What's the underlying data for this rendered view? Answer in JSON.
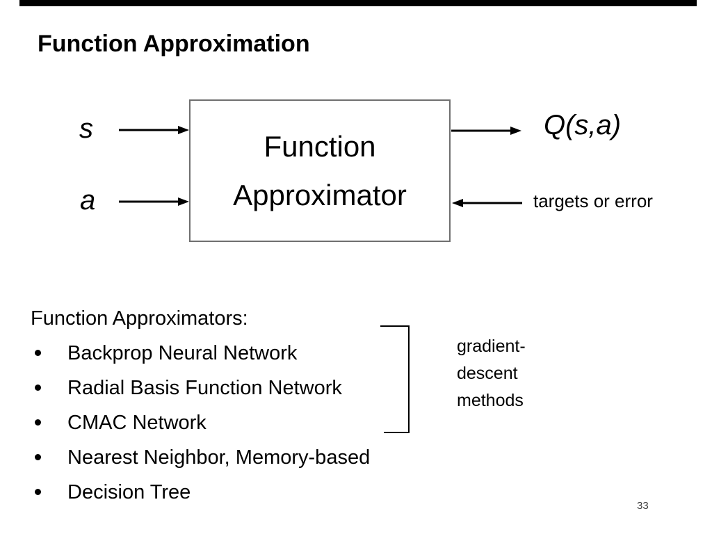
{
  "slide": {
    "title": "Function Approximation",
    "page_number": "33"
  },
  "diagram": {
    "box_line1": "Function",
    "box_line2": "Approximator",
    "input_top_label": "s",
    "input_bottom_label": "a",
    "output_label": "Q(s,a)",
    "feedback_label": "targets or error"
  },
  "list": {
    "heading": "Function Approximators:",
    "items": [
      "Backprop Neural Network",
      "Radial Basis Function Network",
      "CMAC Network",
      "Nearest Neighbor, Memory-based",
      "Decision Tree"
    ],
    "bracket_label_lines": [
      "gradient-",
      "descent",
      "methods"
    ]
  },
  "colors": {
    "text": "#000000",
    "box_border": "#6f6f6f",
    "top_bar": "#000000",
    "arrow": "#000000"
  }
}
